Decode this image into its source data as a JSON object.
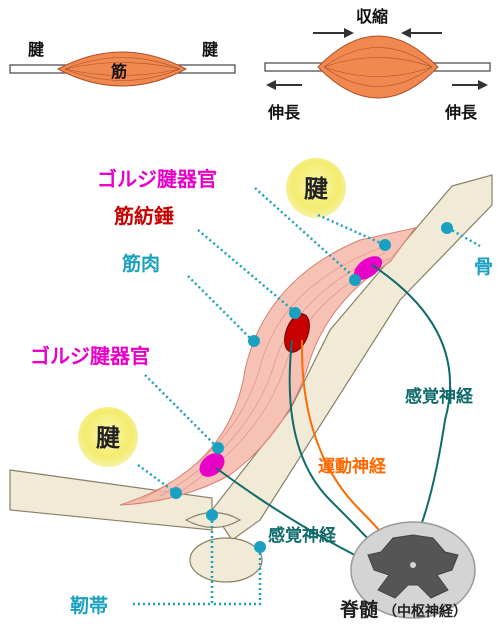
{
  "top_left": {
    "tendon_left": "腱",
    "tendon_right": "腱",
    "muscle": "筋"
  },
  "top_right": {
    "contraction": "収縮",
    "stretch_left": "伸長",
    "stretch_right": "伸長"
  },
  "labels": {
    "golgi_upper": "ゴルジ腱器官",
    "spindle": "筋紡錘",
    "muscle": "筋肉",
    "tendon_upper": "腱",
    "bone": "骨",
    "golgi_lower": "ゴルジ腱器官",
    "tendon_lower": "腱",
    "sensory_upper": "感覚神経",
    "motor": "運動神経",
    "sensory_lower": "感覚神経",
    "ligament": "靭帯",
    "spinal_cord": "脊髄",
    "spinal_cord_note": "（中枢神経）"
  },
  "colors": {
    "muscle": "#f08850",
    "golgi_label": "#e800c8",
    "spindle_label": "#c80000",
    "cyan_label": "#1aa0c0",
    "nerve_sensory": "#0f6b6b",
    "nerve_motor": "#ff6a00",
    "tendon_badge": "#f2ec6a",
    "bone": "#f0ead6"
  }
}
